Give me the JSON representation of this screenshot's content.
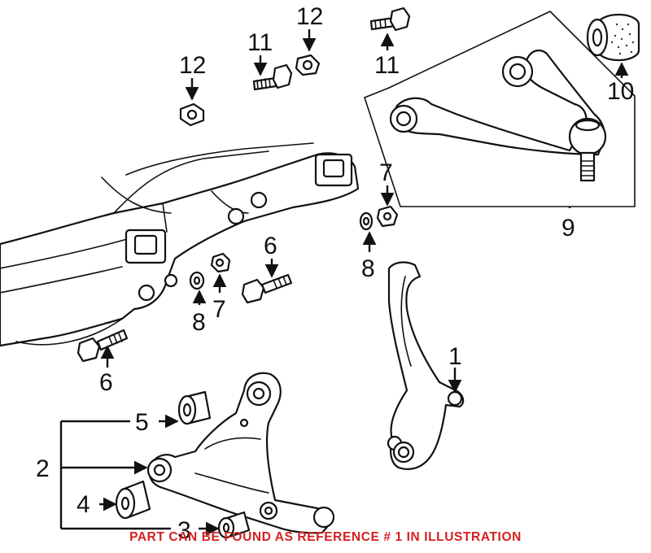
{
  "callouts": {
    "c1": "1",
    "c2": "2",
    "c3": "3",
    "c4": "4",
    "c5": "5",
    "c6a": "6",
    "c6b": "6",
    "c7a": "7",
    "c7b": "7",
    "c8a": "8",
    "c8b": "8",
    "c9": "9",
    "c10": "10",
    "c11a": "11",
    "c11b": "11",
    "c12a": "12",
    "c12b": "12"
  },
  "footer_note": "PART CAN BE FOUND AS REFERENCE # 1 IN ILLUSTRATION",
  "colors": {
    "line": "#111111",
    "note": "#d42020",
    "background": "#ffffff"
  }
}
